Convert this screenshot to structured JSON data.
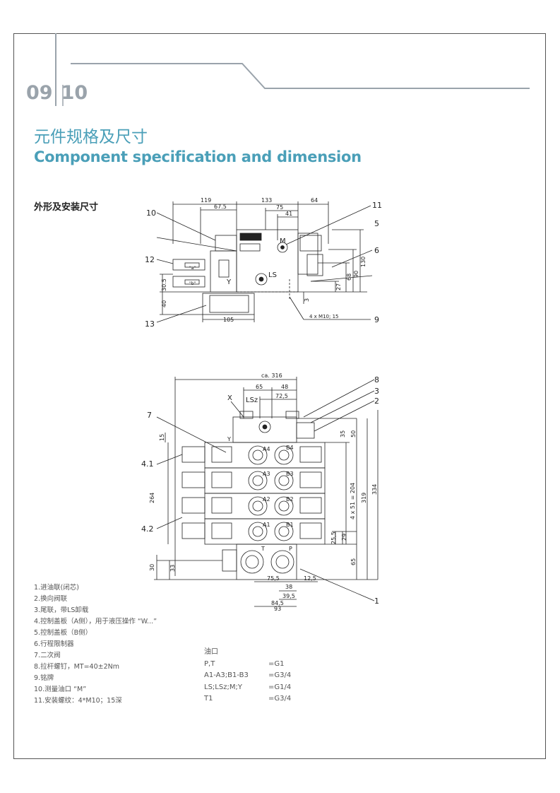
{
  "header": {
    "page_left": "09",
    "page_right": "10"
  },
  "title": {
    "cn": "元件规格及尺寸",
    "en": "Component specification and dimension"
  },
  "section": {
    "heading": "外形及安装尺寸"
  },
  "top_drawing": {
    "dims": {
      "d119": "119",
      "d67_5": "67.5",
      "d133": "133",
      "d75": "75",
      "d41": "41",
      "d64": "64",
      "d130": "130",
      "d90": "90",
      "d68": "68",
      "d27": "27",
      "d3": "3",
      "d30_5": "30.5",
      "d40": "40",
      "d105": "105",
      "bolt": "4 x M10; 15"
    },
    "labels": {
      "M": "M",
      "LS": "LS",
      "Y": "Y",
      "a": "\"a\"",
      "b": "\"b\""
    },
    "callouts": {
      "c10": "10",
      "c11": "11",
      "c5": "5",
      "c6": "6",
      "c12": "12",
      "c13": "13",
      "c9": "9"
    }
  },
  "bottom_drawing": {
    "dims": {
      "ca316": "ca. 316",
      "d65": "65",
      "d48": "48",
      "d72_5": "72,5",
      "d35": "35",
      "d50": "50",
      "d15": "15",
      "d264": "264",
      "d204": "4 x 51 = 204",
      "d319": "319",
      "d334": "334",
      "d25_5": "25,5",
      "d29": "29",
      "d65b": "65",
      "d30": "30",
      "d33": "33",
      "d75_5": "75,5",
      "d38": "38",
      "d12_5": "12,5",
      "d39_5": "39,5",
      "d84_5": "84,5",
      "d93": "93"
    },
    "labels": {
      "X": "X",
      "LSz": "LSz",
      "Y": "Y",
      "A4": "A4",
      "B4": "B4",
      "A3": "A3",
      "B3": "B3",
      "A2": "A2",
      "B2": "B2",
      "A1": "A1",
      "B1": "B1",
      "T": "T",
      "P": "P"
    },
    "callouts": {
      "c8": "8",
      "c3": "3",
      "c2": "2",
      "c7": "7",
      "c41": "4.1",
      "c42": "4.2",
      "c1": "1"
    }
  },
  "legend": [
    "1.进油联(闭芯)",
    "2.换向阀联",
    "3.尾联，带LS卸载",
    "4.控制盖板（A侧），用于液压操作 “W...”",
    "5.控制盖板（B侧）",
    "6.行程限制器",
    "7.二次阀",
    "8.拉杆螺钉，MT=40±2Nm",
    "9.铭牌",
    "10.测量油口 “M”",
    "11.安装螺纹：4*M10；15深"
  ],
  "ports": {
    "title": "油口",
    "rows": [
      {
        "name": "P,T",
        "value": "=G1"
      },
      {
        "name": "A1-A3;B1-B3",
        "value": "=G3/4"
      },
      {
        "name": "LS;LSz;M;Y",
        "value": "=G1/4"
      },
      {
        "name": "T1",
        "value": "=G3/4"
      }
    ]
  },
  "colors": {
    "accent": "#4a9fb8",
    "page_number": "#9aa3ab",
    "rule": "#9aa3ab"
  }
}
